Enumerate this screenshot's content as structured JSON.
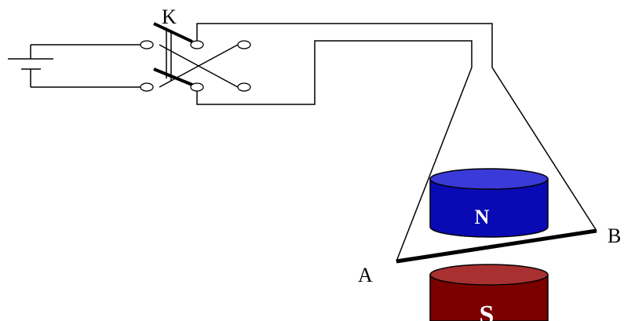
{
  "labels": {
    "switch": "K",
    "end_a": "A",
    "end_b": "B"
  },
  "magnets": {
    "north": {
      "label": "N",
      "body_color": "#0a0ab4",
      "top_color": "#3a3ad8"
    },
    "south": {
      "label": "S",
      "body_color": "#7a0000",
      "top_color": "#a83030"
    }
  },
  "colors": {
    "wire": "#000000",
    "background": "#ffffff"
  }
}
